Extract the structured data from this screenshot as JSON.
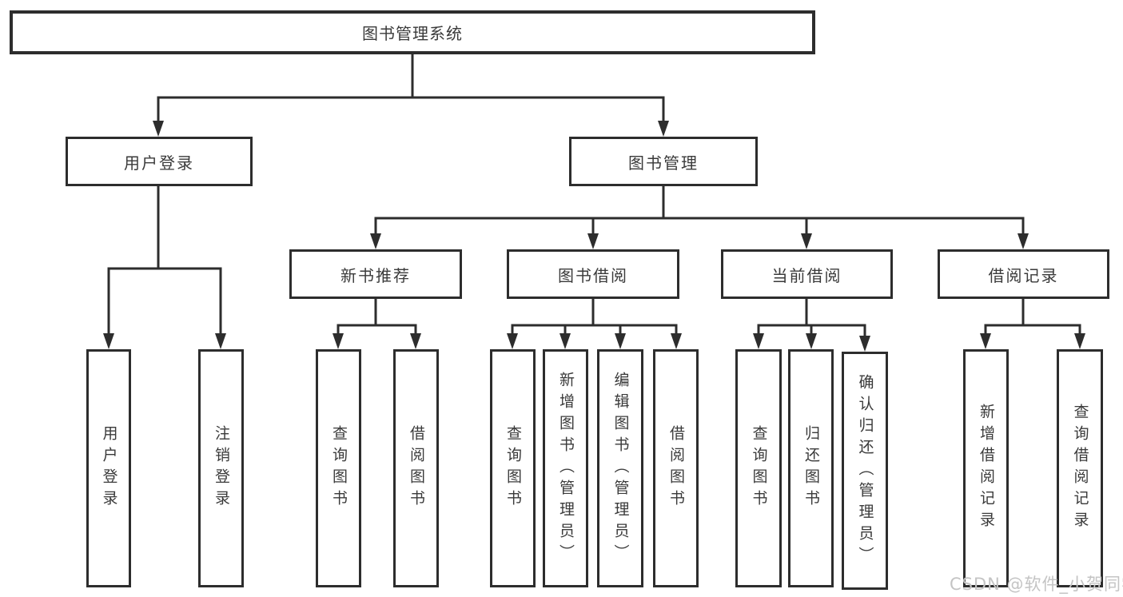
{
  "diagram_title": "图书管理系统",
  "tree": {
    "root": {
      "label": "图书管理系统"
    },
    "branches": [
      {
        "label": "用户登录",
        "children": [
          {
            "label": "用户登录"
          },
          {
            "label": "注销登录"
          }
        ]
      },
      {
        "label": "图书管理",
        "children": [
          {
            "label": "新书推荐",
            "children": [
              {
                "label": "查询图书"
              },
              {
                "label": "借阅图书"
              }
            ]
          },
          {
            "label": "图书借阅",
            "children": [
              {
                "label": "查询图书"
              },
              {
                "label": "新增图书（管理员）"
              },
              {
                "label": "编辑图书（管理员）"
              },
              {
                "label": "借阅图书"
              }
            ]
          },
          {
            "label": "当前借阅",
            "children": [
              {
                "label": "查询图书"
              },
              {
                "label": "归还图书"
              },
              {
                "label": "确认归还（管理员）"
              }
            ]
          },
          {
            "label": "借阅记录",
            "children": [
              {
                "label": "新增借阅记录"
              },
              {
                "label": "查询借阅记录"
              }
            ]
          }
        ]
      }
    ]
  },
  "watermark": "CSDN @软件_小贺同学",
  "colors": {
    "line": "#2d2d2d",
    "text": "#3a3a3a",
    "watermark": "#c4c4c4",
    "background": "#ffffff"
  }
}
